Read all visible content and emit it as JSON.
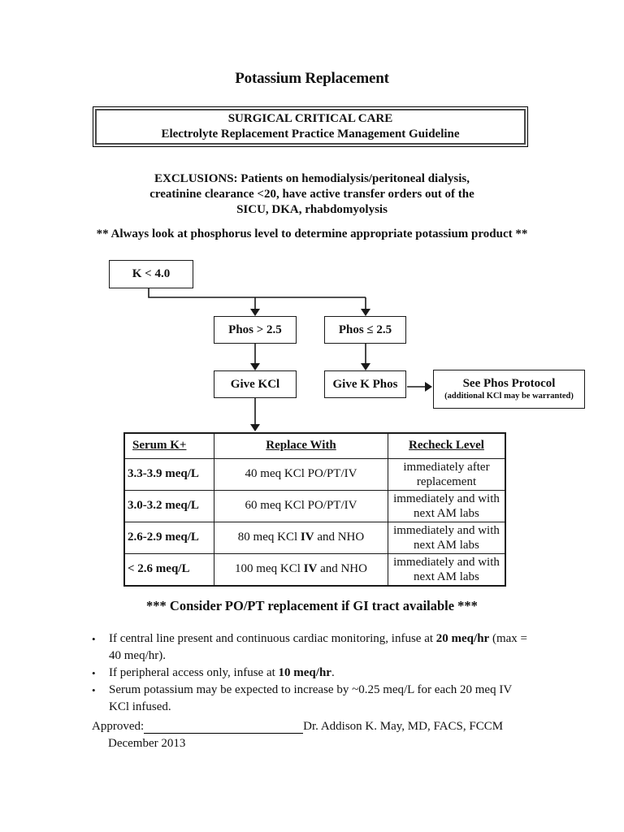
{
  "colors": {
    "ink": "#1a1a1a",
    "background": "#ffffff"
  },
  "bullet_char": "•",
  "page": {
    "title": "Potassium Replacement",
    "header_box": {
      "line1": "SURGICAL CRITICAL CARE",
      "line2": "Electrolyte Replacement Practice Management Guideline"
    },
    "exclusions": {
      "lines": [
        "EXCLUSIONS: Patients on hemodialysis/peritoneal dialysis,",
        "creatinine clearance <20, have active transfer orders out of the",
        "SICU, DKA, rhabdomyolysis"
      ]
    },
    "phos_note": "** Always look at phosphorus level to determine appropriate potassium product **"
  },
  "flowchart": {
    "k_box": "K < 4.0",
    "phos_high": "Phos > 2.5",
    "phos_low": "Phos ≤ 2.5",
    "give_kcl": "Give KCl",
    "give_kphos": "Give K Phos",
    "phos_protocol": {
      "title": "See Phos Protocol",
      "subtitle": "(additional KCl may be warranted)"
    }
  },
  "table": {
    "headers": [
      "Serum K+",
      "Replace With",
      "Recheck Level"
    ],
    "rows": [
      {
        "serum_k": "3.3-3.9 meq/L",
        "replace_with": [
          {
            "text": "40 meq KCl PO/PT/IV",
            "bold": false
          }
        ],
        "recheck": "immediately after replacement"
      },
      {
        "serum_k": "3.0-3.2 meq/L",
        "replace_with": [
          {
            "text": "60 meq KCl PO/PT/IV",
            "bold": false
          }
        ],
        "recheck": "immediately and with next AM labs"
      },
      {
        "serum_k": "2.6-2.9 meq/L",
        "replace_with": [
          {
            "text": "80 meq KCl ",
            "bold": false
          },
          {
            "text": "IV",
            "bold": true
          },
          {
            "text": " and NHO",
            "bold": false
          }
        ],
        "recheck": "immediately and with next AM labs"
      },
      {
        "serum_k": "< 2.6 meq/L",
        "replace_with": [
          {
            "text": "100 meq KCl ",
            "bold": false
          },
          {
            "text": "IV",
            "bold": true
          },
          {
            "text": " and NHO",
            "bold": false
          }
        ],
        "recheck": "immediately and with next AM labs"
      }
    ]
  },
  "consider_note": "*** Consider PO/PT replacement if GI tract available ***",
  "bullets": [
    [
      {
        "text": "If central line present and continuous cardiac monitoring, infuse at ",
        "bold": false
      },
      {
        "text": "20 meq/hr",
        "bold": true
      },
      {
        "text": " (max = 40 meq/hr).",
        "bold": false
      }
    ],
    [
      {
        "text": "If peripheral access only, infuse at ",
        "bold": false
      },
      {
        "text": "10 meq/hr",
        "bold": true
      },
      {
        "text": ".",
        "bold": false
      }
    ],
    [
      {
        "text": "Serum potassium may be expected to increase by ~0.25 meq/L for each 20 meq IV KCl infused.",
        "bold": false
      }
    ]
  ],
  "approval": {
    "label": "Approved:",
    "approver": "Dr. Addison K. May, MD, FACS, FCCM",
    "date": "December 2013"
  }
}
